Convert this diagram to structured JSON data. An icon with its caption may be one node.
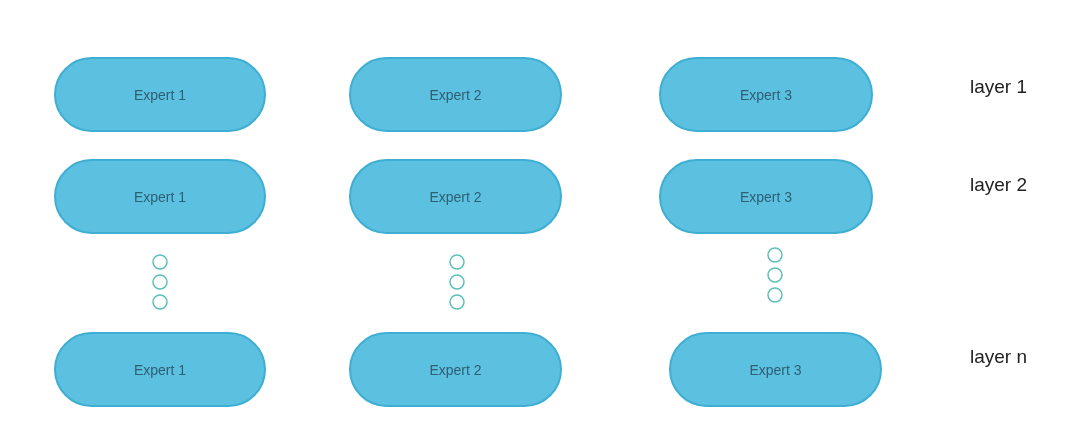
{
  "diagram": {
    "nodes": [
      {
        "text": [
          "Expert 1"
        ]
      },
      {
        "text": [
          "Expert 2"
        ]
      },
      {
        "text": [
          "Expert 3"
        ]
      },
      {
        "text": [
          "Expert 1"
        ]
      },
      {
        "text": [
          "Expert 2"
        ]
      },
      {
        "text": [
          "Expert 3"
        ]
      },
      {
        "text": [
          "Expert 1"
        ]
      },
      {
        "text": [
          "Expert 2"
        ]
      },
      {
        "text": [
          "Expert 3"
        ]
      }
    ],
    "edges": [],
    "labels": [
      "layer 1",
      "layer 2",
      "layer n"
    ]
  }
}
